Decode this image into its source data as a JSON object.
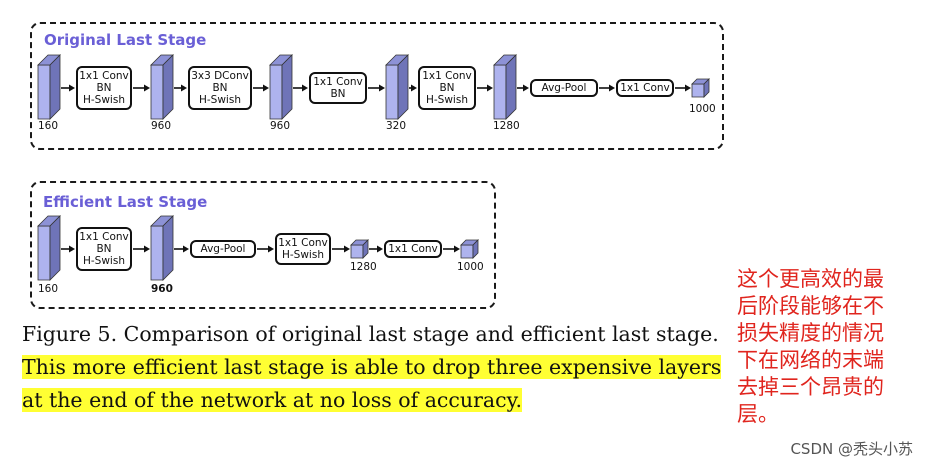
{
  "original_stage": {
    "title": "Original Last Stage",
    "blocks": [
      {
        "type": "tensor",
        "label": "160"
      },
      {
        "type": "op",
        "lines": [
          "1x1 Conv",
          "BN",
          "H-Swish"
        ]
      },
      {
        "type": "tensor",
        "label": "960"
      },
      {
        "type": "op",
        "lines": [
          "3x3 DConv",
          "BN",
          "H-Swish"
        ]
      },
      {
        "type": "tensor",
        "label": "960"
      },
      {
        "type": "op",
        "lines": [
          "1x1 Conv",
          "BN"
        ]
      },
      {
        "type": "tensor",
        "label": "320"
      },
      {
        "type": "op",
        "lines": [
          "1x1 Conv",
          "BN",
          "H-Swish"
        ]
      },
      {
        "type": "tensor",
        "label": "1280"
      },
      {
        "type": "op",
        "lines": [
          "Avg-Pool"
        ]
      },
      {
        "type": "op",
        "lines": [
          "1x1 Conv"
        ]
      },
      {
        "type": "tensor-small",
        "label": "1000"
      }
    ]
  },
  "efficient_stage": {
    "title": "Efficient Last Stage",
    "blocks": [
      {
        "type": "tensor",
        "label": "160"
      },
      {
        "type": "op",
        "lines": [
          "1x1 Conv",
          "BN",
          "H-Swish"
        ]
      },
      {
        "type": "tensor",
        "label": "960",
        "bold": true
      },
      {
        "type": "op",
        "lines": [
          "Avg-Pool"
        ]
      },
      {
        "type": "op",
        "lines": [
          "1x1 Conv",
          "H-Swish"
        ]
      },
      {
        "type": "tensor-small",
        "label": "1280"
      },
      {
        "type": "op",
        "lines": [
          "1x1 Conv"
        ]
      },
      {
        "type": "tensor-small",
        "label": "1000"
      }
    ]
  },
  "caption": {
    "line1": "Figure 5. Comparison of original last stage and efficient last stage.",
    "line2": "This more efficient last stage is able to drop three expensive layers",
    "line3": "at the end of the network at no loss of accuracy."
  },
  "annotation": {
    "lines": [
      "这个更高效的最",
      "后阶段能够在不",
      "损失精度的情况",
      "下在网络的末端",
      "去掉三个昂贵的",
      "层。"
    ]
  },
  "watermark": "CSDN @秃头小苏",
  "colors": {
    "title": "#6a5fd6",
    "tensor_front": "#aeb3ee",
    "tensor_side": "#6f74b8",
    "tensor_top": "#8d92d6",
    "highlight": "#ffff33",
    "annotation": "#e0251e"
  }
}
